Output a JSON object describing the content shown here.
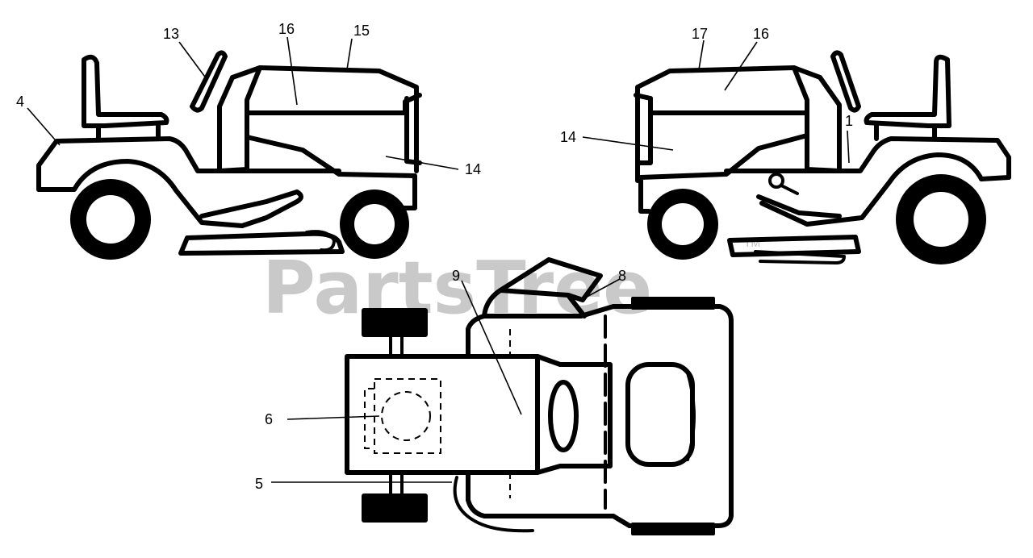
{
  "watermark": {
    "text": "PartsTree",
    "trademark": "TM"
  },
  "callouts": {
    "c13": "13",
    "c16a": "16",
    "c15": "15",
    "c4": "4",
    "c14a": "14",
    "c17": "17",
    "c16b": "16",
    "c14b": "14",
    "c1": "1",
    "c9": "9",
    "c8": "8",
    "c6": "6",
    "c5": "5"
  }
}
